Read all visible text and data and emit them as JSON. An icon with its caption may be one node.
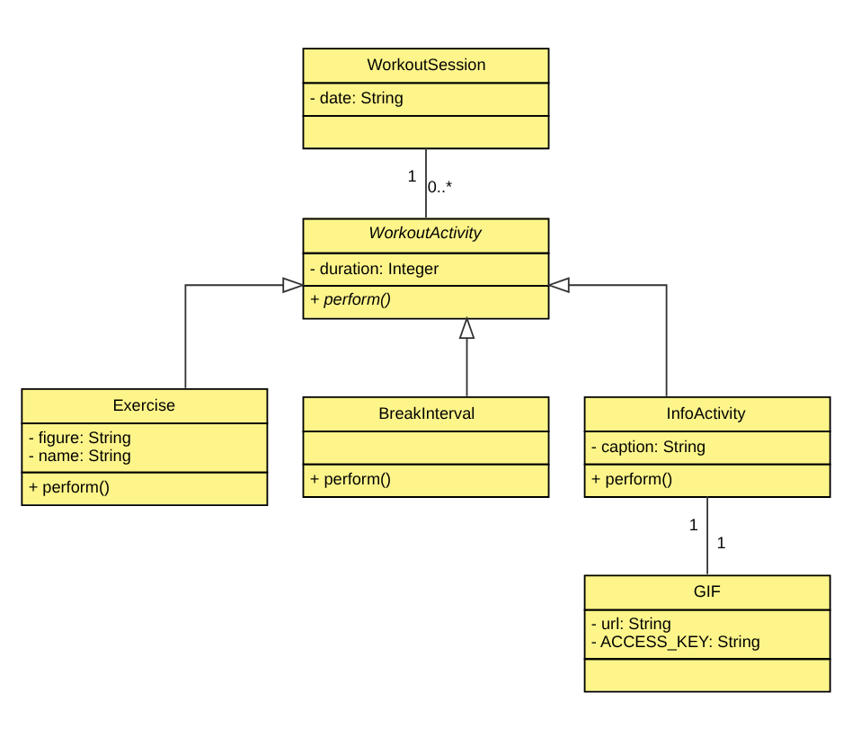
{
  "diagram": {
    "nodes": [
      {
        "text": [
          "WorkoutSession",
          "- date: String"
        ]
      },
      {
        "text": [
          "WorkoutActivity",
          "- duration: Integer",
          "+ perform()"
        ]
      },
      {
        "text": [
          "Exercise",
          "- figure: String",
          "- name: String",
          "+ perform()"
        ]
      },
      {
        "text": [
          "BreakInterval",
          "+ perform()"
        ]
      },
      {
        "text": [
          "InfoActivity",
          "- caption: String",
          "+ perform()"
        ]
      },
      {
        "text": [
          "GIF",
          "- url: String",
          "- ACCESS_KEY: String"
        ]
      }
    ],
    "edges": [
      {
        "from": 0,
        "to": 1,
        "arrow": "none"
      },
      {
        "from": 2,
        "to": 1,
        "arrow": "to"
      },
      {
        "from": 3,
        "to": 1,
        "arrow": "to"
      },
      {
        "from": 4,
        "to": 1,
        "arrow": "to"
      },
      {
        "from": 4,
        "to": 5,
        "arrow": "none"
      }
    ],
    "labels": [
      "1",
      "0..*",
      "1",
      "1"
    ]
  }
}
